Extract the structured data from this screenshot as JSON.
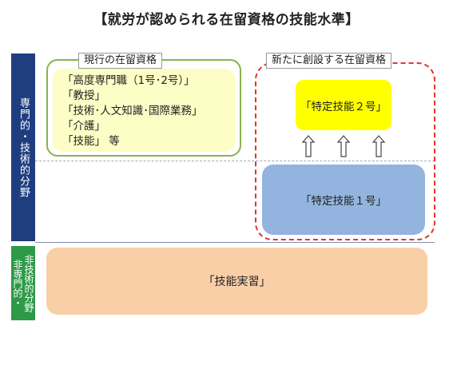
{
  "title": "【就労が認められる在留資格の技能水準】",
  "sidebar": {
    "technical": "専門的・技術的分野",
    "non_technical_line1": "非専門的・",
    "non_technical_line2": "非技術的分野"
  },
  "current_status": {
    "label": "現行の在留資格",
    "items": [
      "「高度専門職（1号･2号）」",
      "「教授」",
      "「技術･人文知識･国際業務」",
      "「介護」",
      "「技能」 等"
    ]
  },
  "new_status": {
    "label": "新たに創設する在留資格",
    "specified_skill_2": "「特定技能２号」",
    "specified_skill_1": "「特定技能１号」",
    "arrow_icon": "up-arrow-icon"
  },
  "technical_intern": "「技能実習」",
  "colors": {
    "sidebar_technical": "#1e3e7f",
    "sidebar_non_technical": "#2e9a48",
    "current_border": "#8ab24c",
    "current_fill": "#fdfdc6",
    "new_border": "#e43333",
    "specified_skill_2": "#ffff00",
    "specified_skill_1": "#92b4df",
    "technical_intern": "#f9cfa7"
  }
}
